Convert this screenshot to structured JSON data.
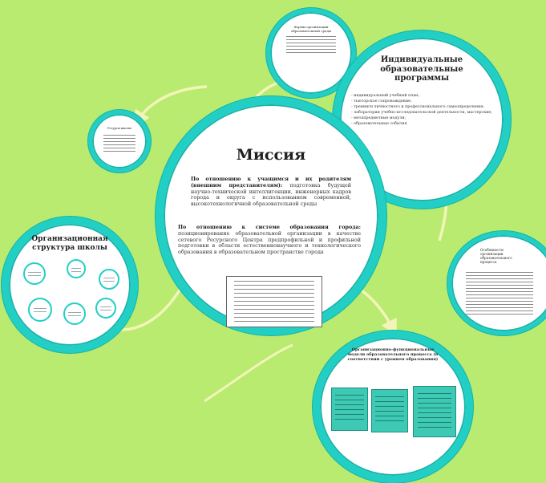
{
  "mission": {
    "title": "Миссия",
    "p1_bold": "По отношению к учащимся и их родителям (внешним представителям):",
    "p1_text": " подготовка будущей научно-технической интеллигенции, инженерных кадров города и округа с использованием современной, высокотехнологичной образовательной среды",
    "p2_bold": "По отношению к системе образования города:",
    "p2_text": " позиционирование образовательной организации в качестве сетевого Ресурсного Центра предпрофильной и профильной подготовки в области естественнонаучного и технологического образования в образовательном пространстве города"
  },
  "individual": {
    "title": "Индивидуальные образовательные программы",
    "items": [
      "- индивидуальный учебный план;",
      "- тьюторское сопровождение;",
      "- тренинги личностного и профессионального самоопределения;",
      "- лаборатории учебно-исследовательской деятельности, мастерские;",
      "- метапредметные модули;",
      "- образовательные события"
    ]
  },
  "org": {
    "title": "Организационная структура школы"
  },
  "models": {
    "title": "Организационно-функциональные модели образовательного процесса (в соответствии с уровнем образования)"
  },
  "top_small": {
    "title": "Формы организации образовательной среды"
  },
  "left_small": {
    "title": "Ресурсы школы"
  },
  "right_small": {
    "title": "Особенности организации образовательного процесса"
  },
  "colors": {
    "background": "#b8eb6f",
    "ring": "#22cfc4",
    "arrow": "#f3f5b8"
  }
}
